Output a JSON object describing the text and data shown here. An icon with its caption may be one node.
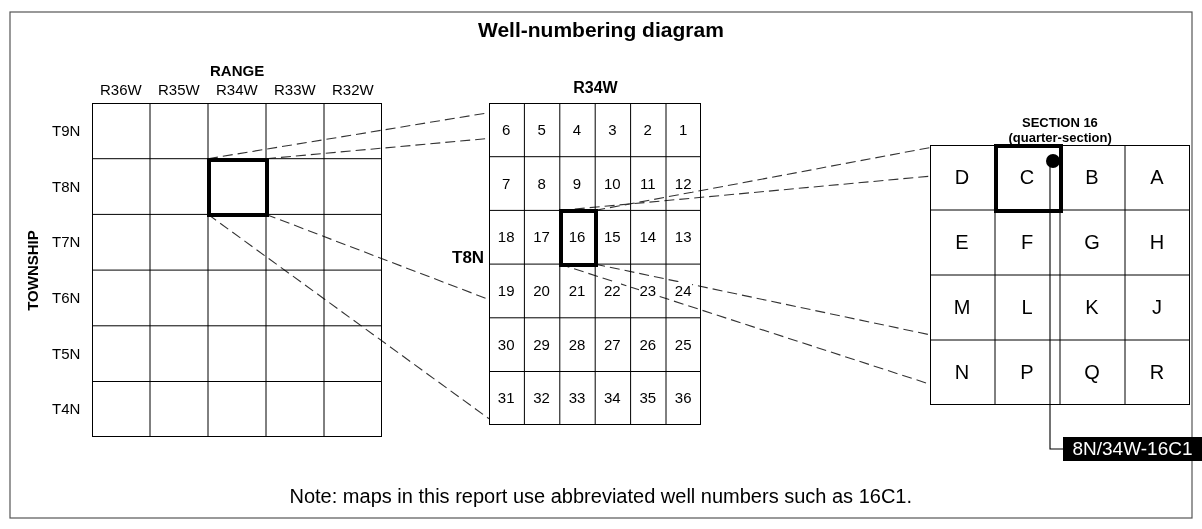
{
  "diagram": {
    "title": "Well-numbering diagram",
    "caption": "Note: maps in this report use abbreviated well numbers such as 16C1.",
    "nodes": [
      {
        "text": [],
        "shape": "box"
      },
      {
        "text": [],
        "shape": "box",
        "in": 0
      },
      {
        "text": [],
        "shape": "box"
      },
      {
        "text": [],
        "shape": "box",
        "in": 2
      },
      {
        "text": [],
        "shape": "box"
      },
      {
        "text": [],
        "shape": "box",
        "in": 4
      },
      {
        "text": [],
        "shape": "circle",
        "in": 5
      },
      {
        "text": [
          "8N/34W-16C1"
        ]
      }
    ],
    "edges": [
      {
        "from": 7,
        "to": 6,
        "arrow": "none"
      },
      {
        "from": 1,
        "to": 2,
        "arrow": "none",
        "style": "dashed"
      },
      {
        "from": 1,
        "to": 2,
        "arrow": "none",
        "style": "dashed"
      },
      {
        "from": 1,
        "to": 2,
        "arrow": "none",
        "style": "dashed"
      },
      {
        "from": 1,
        "to": 2,
        "arrow": "none",
        "style": "dashed"
      },
      {
        "from": 3,
        "to": 4,
        "arrow": "none",
        "style": "dashed"
      },
      {
        "from": 3,
        "to": 4,
        "arrow": "none",
        "style": "dashed"
      },
      {
        "from": 3,
        "to": 4,
        "arrow": "none",
        "style": "dashed"
      },
      {
        "from": 3,
        "to": 4,
        "arrow": "none",
        "style": "dashed"
      }
    ],
    "labels": [
      "RANGE",
      "R36W",
      "R35W",
      "R34W",
      "R33W",
      "R32W",
      "T9N",
      "T8N",
      "T7N",
      "T6N",
      "T5N",
      "T4N",
      "TOWNSHIP",
      "R34W",
      "T8N",
      "6",
      "5",
      "4",
      "3",
      "2",
      "1",
      "7",
      "8",
      "9",
      "10",
      "11",
      "12",
      "18",
      "17",
      "16",
      "15",
      "14",
      "13",
      "19",
      "20",
      "21",
      "22",
      "23",
      "24",
      "30",
      "29",
      "28",
      "27",
      "26",
      "25",
      "31",
      "32",
      "33",
      "34",
      "35",
      "36",
      "SECTION 16",
      "(quarter-section)",
      "D",
      "C",
      "B",
      "A",
      "E",
      "F",
      "G",
      "H",
      "M",
      "L",
      "K",
      "J",
      "N",
      "P",
      "Q",
      "R"
    ]
  }
}
